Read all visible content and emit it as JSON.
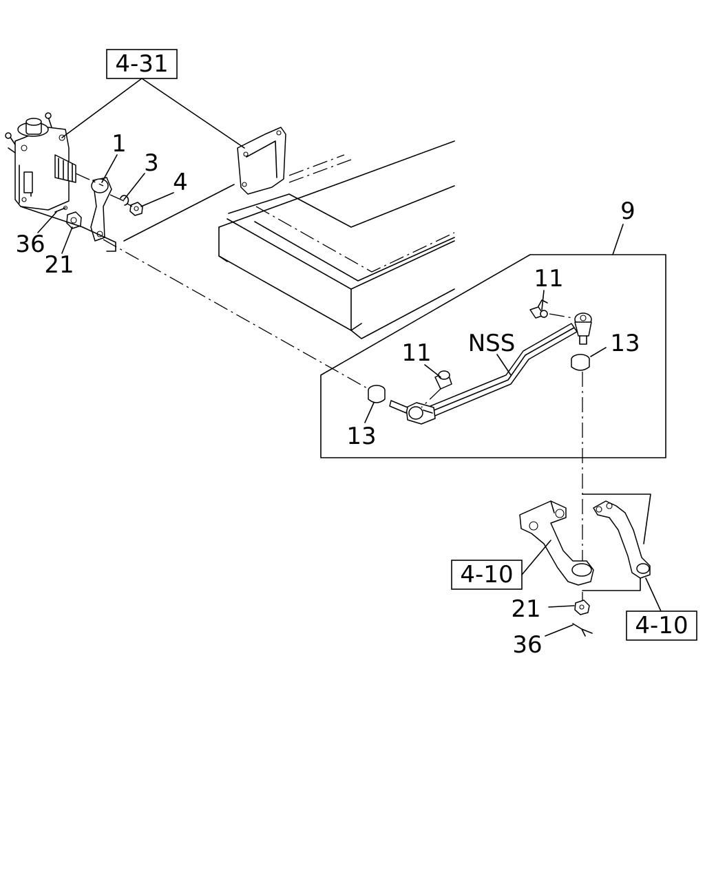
{
  "callouts": {
    "ref_4_31": "4-31",
    "ref_4_10_a": "4-10",
    "ref_4_10_b": "4-10",
    "part_1": "1",
    "part_3": "3",
    "part_4": "4",
    "part_9": "9",
    "part_11_a": "11",
    "part_11_b": "11",
    "part_13_a": "13",
    "part_13_b": "13",
    "part_21_a": "21",
    "part_21_b": "21",
    "part_36_a": "36",
    "part_36_b": "36",
    "nss": "NSS"
  }
}
